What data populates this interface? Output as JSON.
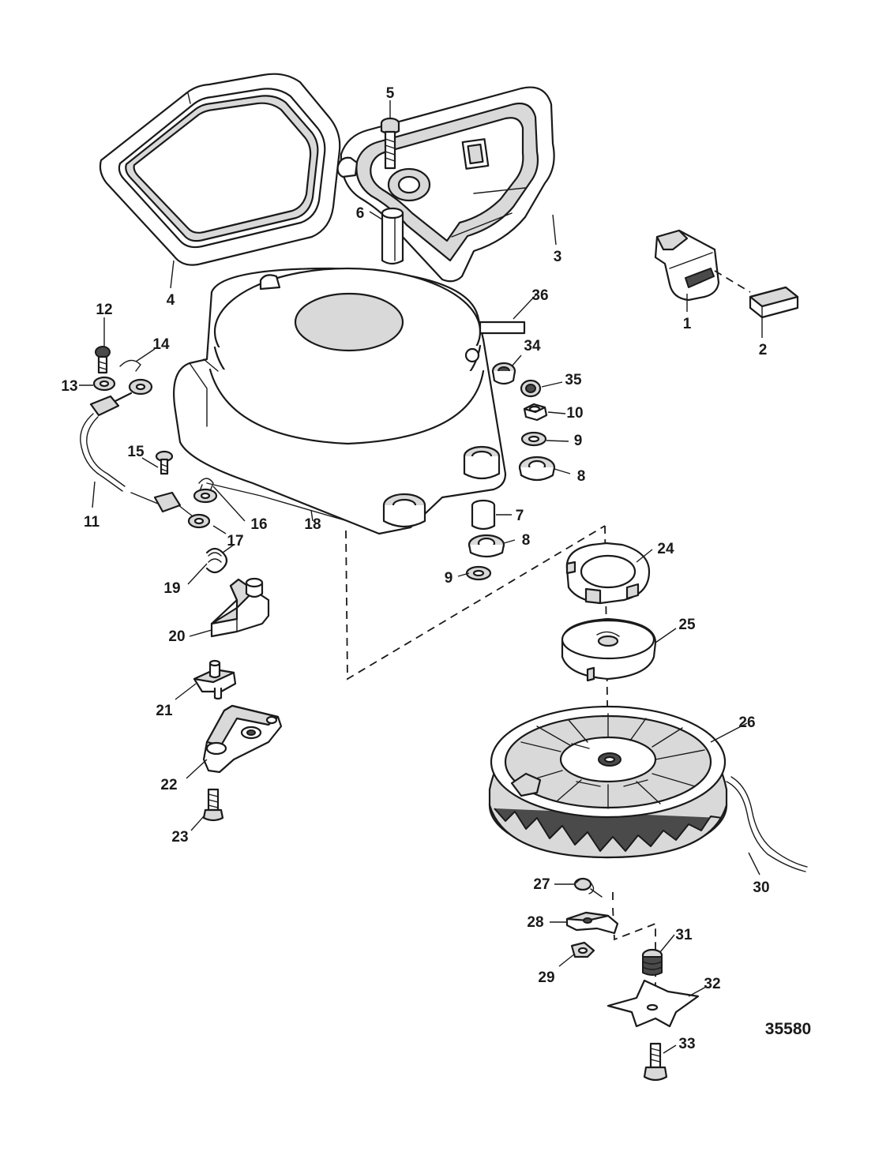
{
  "figure_number": "35580",
  "callouts": {
    "c1": "1",
    "c2": "2",
    "c3": "3",
    "c4": "4",
    "c5": "5",
    "c6": "6",
    "c7": "7",
    "c8a": "8",
    "c8b": "8",
    "c9a": "9",
    "c9b": "9",
    "c10": "10",
    "c11": "11",
    "c12": "12",
    "c13": "13",
    "c14": "14",
    "c15": "15",
    "c16": "16",
    "c17": "17",
    "c18": "18",
    "c19": "19",
    "c20": "20",
    "c21": "21",
    "c22": "22",
    "c23": "23",
    "c24": "24",
    "c25": "25",
    "c26": "26",
    "c27": "27",
    "c28": "28",
    "c29": "29",
    "c30": "30",
    "c31": "31",
    "c32": "32",
    "c33": "33",
    "c34": "34",
    "c35": "35",
    "c36": "36"
  }
}
